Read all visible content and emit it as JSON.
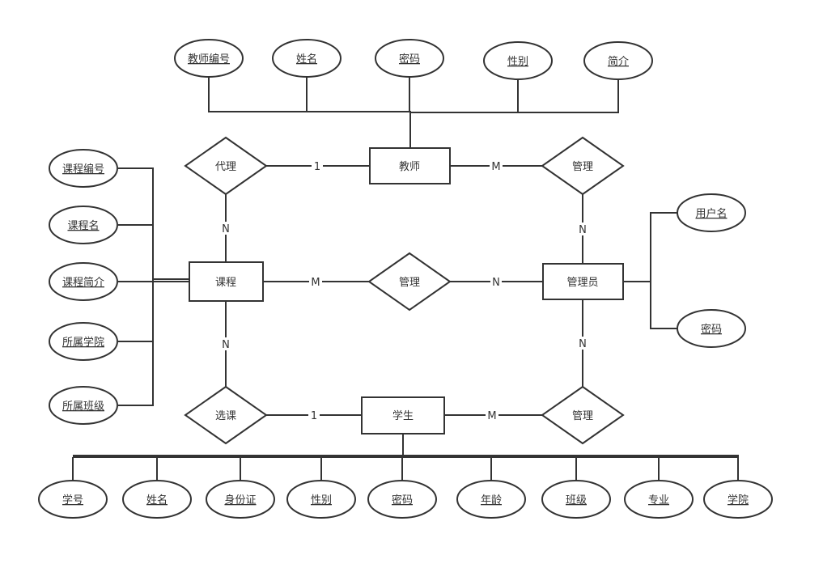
{
  "colors": {
    "stroke": "#333333",
    "text": "#333333",
    "background": "#ffffff"
  },
  "entities": {
    "teacher": "教师",
    "course": "课程",
    "admin": "管理员",
    "student": "学生"
  },
  "relationships": {
    "teacher_course": "代理",
    "teacher_admin": "管理",
    "course_admin": "管理",
    "student_course": "选课",
    "student_admin": "管理"
  },
  "cardinalities": {
    "teacher_rel_course": "1",
    "rel_course_course": "N",
    "teacher_rel_admin": "M",
    "rel_admin_admin_top": "N",
    "course_rel_mid": "M",
    "rel_mid_admin": "N",
    "course_rel_select": "N",
    "rel_select_student": "1",
    "student_rel_admin": "M",
    "rel_admin_admin_bottom": "N"
  },
  "attributes": {
    "teacher": [
      "教师编号",
      "姓名",
      "密码",
      "性别",
      "简介"
    ],
    "course": [
      "课程编号",
      "课程名",
      "课程简介",
      "所属学院",
      "所属班级"
    ],
    "admin": [
      "用户名",
      "密码"
    ],
    "student": [
      "学号",
      "姓名",
      "身份证",
      "性别",
      "密码",
      "年龄",
      "班级",
      "专业",
      "学院"
    ]
  }
}
